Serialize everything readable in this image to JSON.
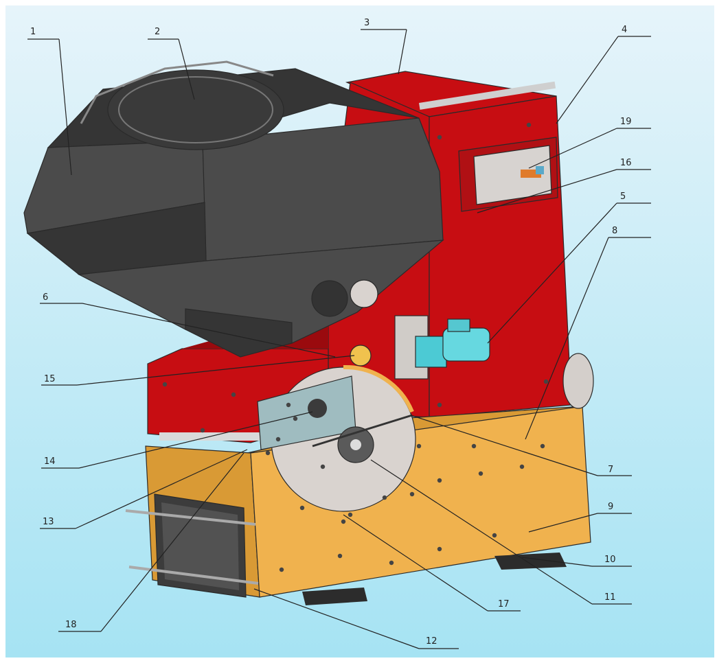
{
  "diagram": {
    "colors": {
      "background_top": "#e6f4fa",
      "background_bottom": "#a6e3f3",
      "hopper": "#4b4b4b",
      "hopper_dark": "#353535",
      "boiler_red": "#c70d12",
      "boiler_red_dark": "#9a0a0e",
      "base_orange": "#f0b24e",
      "base_orange_dark": "#d99a35",
      "motor_cyan": "#66d8e0",
      "plate_grey": "#d9d3cf",
      "panel_teal": "#9fbcc0"
    },
    "callouts": [
      {
        "id": "1",
        "label": "1"
      },
      {
        "id": "2",
        "label": "2"
      },
      {
        "id": "3",
        "label": "3"
      },
      {
        "id": "4",
        "label": "4"
      },
      {
        "id": "19",
        "label": "19"
      },
      {
        "id": "16",
        "label": "16"
      },
      {
        "id": "5",
        "label": "5"
      },
      {
        "id": "8",
        "label": "8"
      },
      {
        "id": "6",
        "label": "6"
      },
      {
        "id": "15",
        "label": "15"
      },
      {
        "id": "14",
        "label": "14"
      },
      {
        "id": "13",
        "label": "13"
      },
      {
        "id": "7",
        "label": "7"
      },
      {
        "id": "9",
        "label": "9"
      },
      {
        "id": "10",
        "label": "10"
      },
      {
        "id": "11",
        "label": "11"
      },
      {
        "id": "17",
        "label": "17"
      },
      {
        "id": "18",
        "label": "18"
      },
      {
        "id": "12",
        "label": "12"
      }
    ]
  }
}
